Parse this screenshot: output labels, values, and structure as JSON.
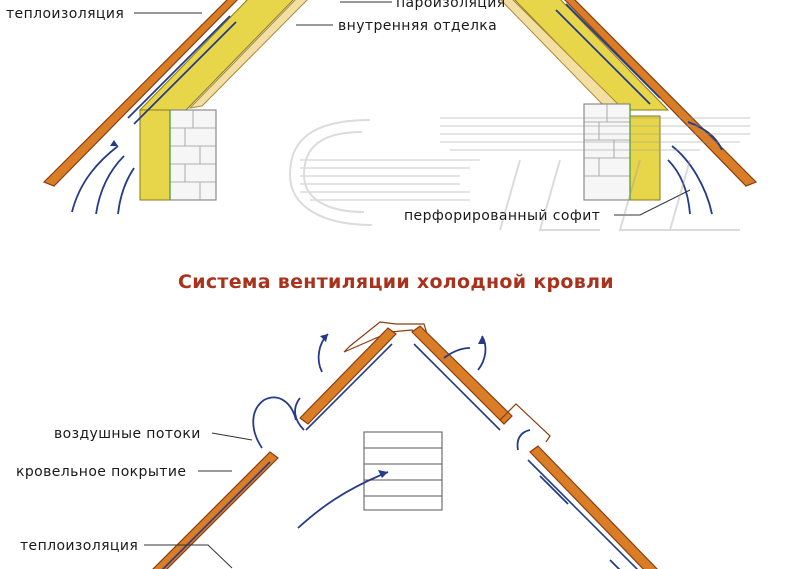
{
  "top_diagram": {
    "labels": {
      "insulation": "теплоизоляция",
      "vapor_barrier": "пароизоляция",
      "interior_finish": "внутренняя отделка",
      "perforated_soffit": "перфорированный софит"
    }
  },
  "title": "Система вентиляции холодной кровли",
  "bottom_diagram": {
    "labels": {
      "air_flows": "воздушные потоки",
      "roof_covering": "кровельное покрытие",
      "insulation": "теплоизоляция"
    }
  },
  "colors": {
    "title": "#a8321c",
    "roof": "#d97d26",
    "insulation": "#e8d64a",
    "airflow": "#253b8a"
  },
  "icons": {
    "watermark": "logo-watermark-icon"
  }
}
